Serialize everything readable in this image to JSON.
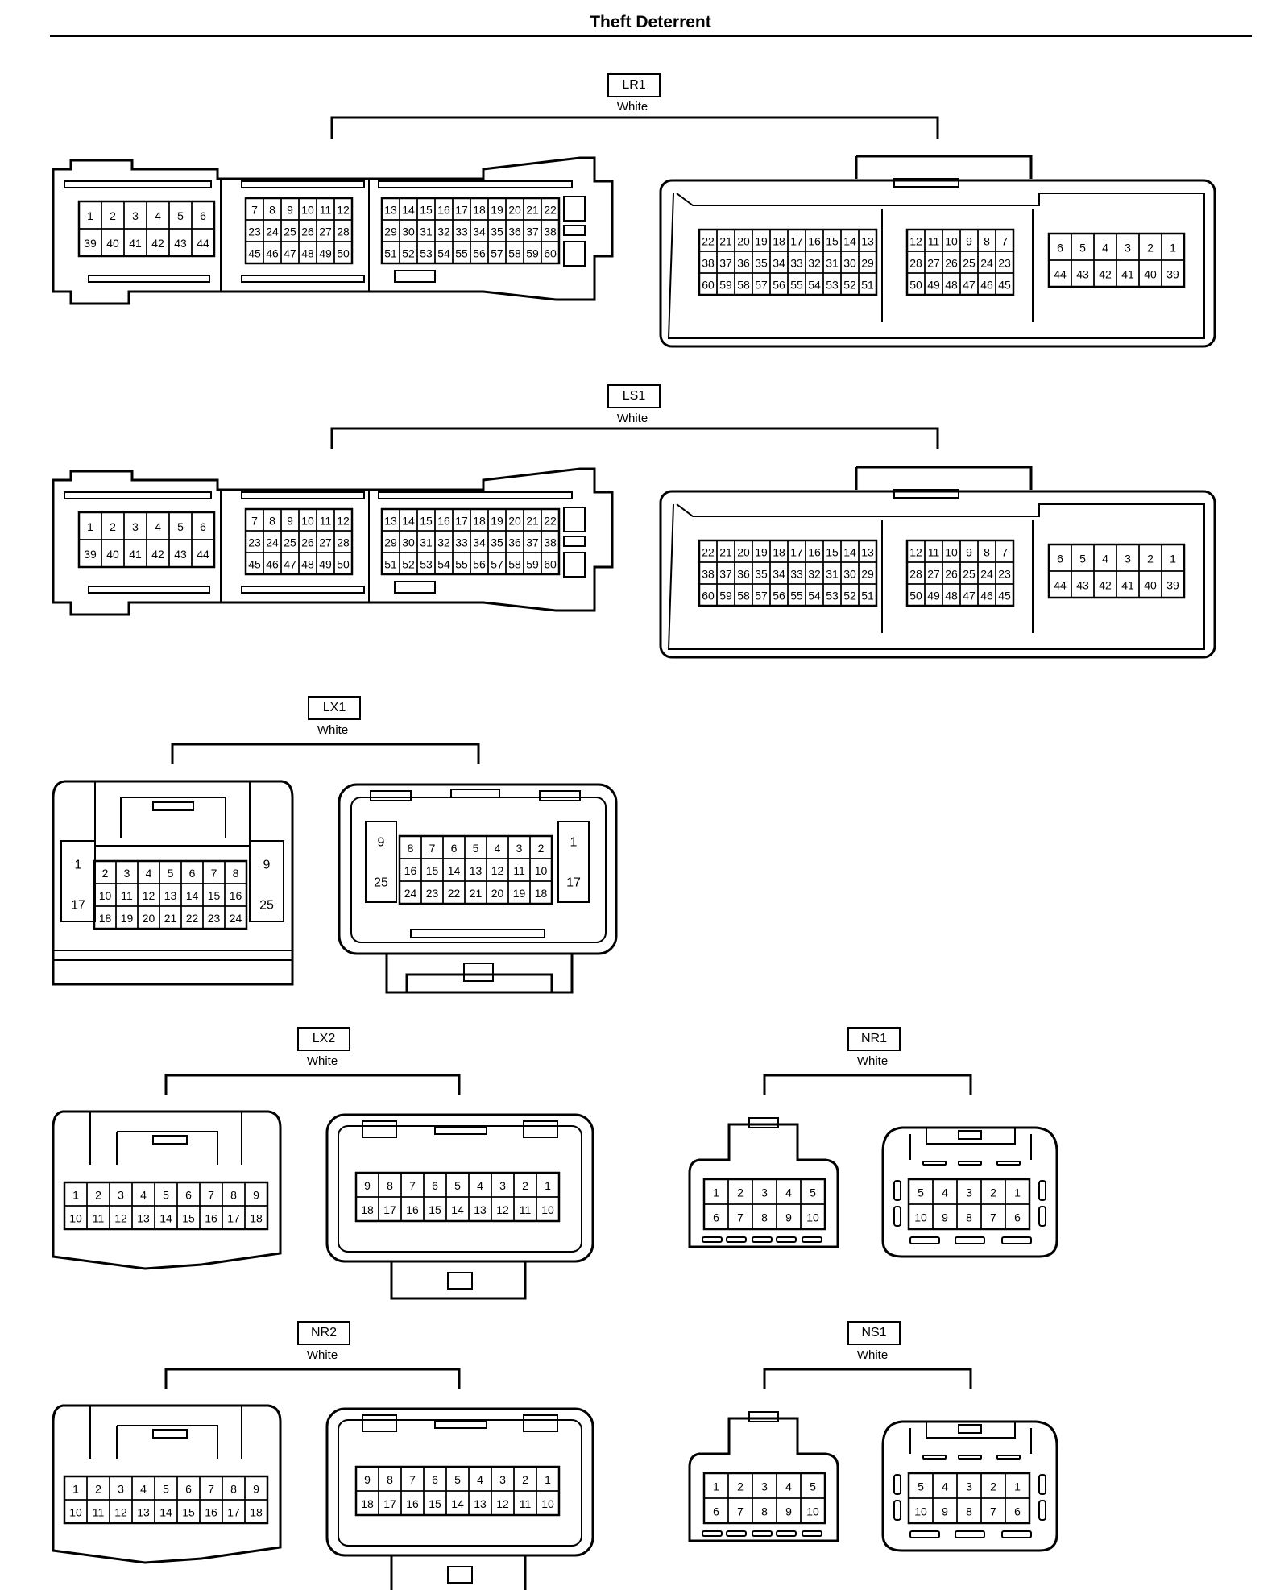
{
  "title": "Theft Deterrent",
  "connectors": [
    {
      "id": "LR1",
      "color": "White",
      "male": [
        [
          "1",
          "2",
          "3",
          "4",
          "5",
          "6"
        ],
        [
          "39",
          "40",
          "41",
          "42",
          "43",
          "44"
        ],
        [
          "7",
          "8",
          "9",
          "10",
          "11",
          "12"
        ],
        [
          "23",
          "24",
          "25",
          "26",
          "27",
          "28"
        ],
        [
          "45",
          "46",
          "47",
          "48",
          "49",
          "50"
        ],
        [
          "13",
          "14",
          "15",
          "16",
          "17",
          "18",
          "19",
          "20",
          "21",
          "22"
        ],
        [
          "29",
          "30",
          "31",
          "32",
          "33",
          "34",
          "35",
          "36",
          "37",
          "38"
        ],
        [
          "51",
          "52",
          "53",
          "54",
          "55",
          "56",
          "57",
          "58",
          "59",
          "60"
        ]
      ],
      "female": [
        [
          "22",
          "21",
          "20",
          "19",
          "18",
          "17",
          "16",
          "15",
          "14",
          "13"
        ],
        [
          "38",
          "37",
          "36",
          "35",
          "34",
          "33",
          "32",
          "31",
          "30",
          "29"
        ],
        [
          "60",
          "59",
          "58",
          "57",
          "56",
          "55",
          "54",
          "53",
          "52",
          "51"
        ],
        [
          "12",
          "11",
          "10",
          "9",
          "8",
          "7"
        ],
        [
          "28",
          "27",
          "26",
          "25",
          "24",
          "23"
        ],
        [
          "50",
          "49",
          "48",
          "47",
          "46",
          "45"
        ],
        [
          "6",
          "5",
          "4",
          "3",
          "2",
          "1"
        ],
        [
          "44",
          "43",
          "42",
          "41",
          "40",
          "39"
        ]
      ]
    },
    {
      "id": "LS1",
      "color": "White",
      "male": [
        [
          "1",
          "2",
          "3",
          "4",
          "5",
          "6"
        ],
        [
          "39",
          "40",
          "41",
          "42",
          "43",
          "44"
        ],
        [
          "7",
          "8",
          "9",
          "10",
          "11",
          "12"
        ],
        [
          "23",
          "24",
          "25",
          "26",
          "27",
          "28"
        ],
        [
          "45",
          "46",
          "47",
          "48",
          "49",
          "50"
        ],
        [
          "13",
          "14",
          "15",
          "16",
          "17",
          "18",
          "19",
          "20",
          "21",
          "22"
        ],
        [
          "29",
          "30",
          "31",
          "32",
          "33",
          "34",
          "35",
          "36",
          "37",
          "38"
        ],
        [
          "51",
          "52",
          "53",
          "54",
          "55",
          "56",
          "57",
          "58",
          "59",
          "60"
        ]
      ],
      "female": [
        [
          "22",
          "21",
          "20",
          "19",
          "18",
          "17",
          "16",
          "15",
          "14",
          "13"
        ],
        [
          "38",
          "37",
          "36",
          "35",
          "34",
          "33",
          "32",
          "31",
          "30",
          "29"
        ],
        [
          "60",
          "59",
          "58",
          "57",
          "56",
          "55",
          "54",
          "53",
          "52",
          "51"
        ],
        [
          "12",
          "11",
          "10",
          "9",
          "8",
          "7"
        ],
        [
          "28",
          "27",
          "26",
          "25",
          "24",
          "23"
        ],
        [
          "50",
          "49",
          "48",
          "47",
          "46",
          "45"
        ],
        [
          "6",
          "5",
          "4",
          "3",
          "2",
          "1"
        ],
        [
          "44",
          "43",
          "42",
          "41",
          "40",
          "39"
        ]
      ]
    },
    {
      "id": "LX1",
      "color": "White",
      "male_side": [
        "1",
        "17",
        "9",
        "25"
      ],
      "male": [
        [
          "2",
          "3",
          "4",
          "5",
          "6",
          "7",
          "8"
        ],
        [
          "10",
          "11",
          "12",
          "13",
          "14",
          "15",
          "16"
        ],
        [
          "18",
          "19",
          "20",
          "21",
          "22",
          "23",
          "24"
        ]
      ],
      "female_side": [
        "9",
        "25",
        "1",
        "17"
      ],
      "female": [
        [
          "8",
          "7",
          "6",
          "5",
          "4",
          "3",
          "2"
        ],
        [
          "16",
          "15",
          "14",
          "13",
          "12",
          "11",
          "10"
        ],
        [
          "24",
          "23",
          "22",
          "21",
          "20",
          "19",
          "18"
        ]
      ]
    },
    {
      "id": "LX2",
      "color": "White",
      "male": [
        [
          "1",
          "2",
          "3",
          "4",
          "5",
          "6",
          "7",
          "8",
          "9"
        ],
        [
          "10",
          "11",
          "12",
          "13",
          "14",
          "15",
          "16",
          "17",
          "18"
        ]
      ],
      "female": [
        [
          "9",
          "8",
          "7",
          "6",
          "5",
          "4",
          "3",
          "2",
          "1"
        ],
        [
          "18",
          "17",
          "16",
          "15",
          "14",
          "13",
          "12",
          "11",
          "10"
        ]
      ]
    },
    {
      "id": "NR1",
      "color": "White",
      "male": [
        [
          "1",
          "2",
          "3",
          "4",
          "5"
        ],
        [
          "6",
          "7",
          "8",
          "9",
          "10"
        ]
      ],
      "female": [
        [
          "5",
          "4",
          "3",
          "2",
          "1"
        ],
        [
          "10",
          "9",
          "8",
          "7",
          "6"
        ]
      ]
    },
    {
      "id": "NR2",
      "color": "White",
      "male": [
        [
          "1",
          "2",
          "3",
          "4",
          "5",
          "6",
          "7",
          "8",
          "9"
        ],
        [
          "10",
          "11",
          "12",
          "13",
          "14",
          "15",
          "16",
          "17",
          "18"
        ]
      ],
      "female": [
        [
          "9",
          "8",
          "7",
          "6",
          "5",
          "4",
          "3",
          "2",
          "1"
        ],
        [
          "18",
          "17",
          "16",
          "15",
          "14",
          "13",
          "12",
          "11",
          "10"
        ]
      ]
    },
    {
      "id": "NS1",
      "color": "White",
      "male": [
        [
          "1",
          "2",
          "3",
          "4",
          "5"
        ],
        [
          "6",
          "7",
          "8",
          "9",
          "10"
        ]
      ],
      "female": [
        [
          "5",
          "4",
          "3",
          "2",
          "1"
        ],
        [
          "10",
          "9",
          "8",
          "7",
          "6"
        ]
      ]
    }
  ]
}
